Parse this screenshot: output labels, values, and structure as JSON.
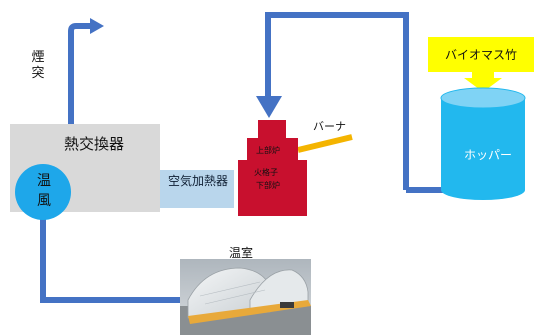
{
  "labels": {
    "chimney": "煙突",
    "heat_exchanger": "熱交換器",
    "warm_air": "温風",
    "air_heater": "空気加熱器",
    "upper_furnace": "上部炉",
    "grate": "火格子",
    "lower_furnace": "下部炉",
    "burner": "バーナ",
    "biomass": "バイオマス竹",
    "hopper": "ホッパー",
    "greenhouse": "温室"
  },
  "colors": {
    "duct_blue": "#4472c4",
    "fan_blue": "#1ea7ea",
    "furnace_red": "#c8102e",
    "burner_orange": "#f4b400",
    "highlight_yellow": "#ffff00",
    "hopper_cyan": "#22b8ee",
    "air_heater_fill": "#b9d6ec",
    "exchanger_gray": "#d9d9d9"
  }
}
